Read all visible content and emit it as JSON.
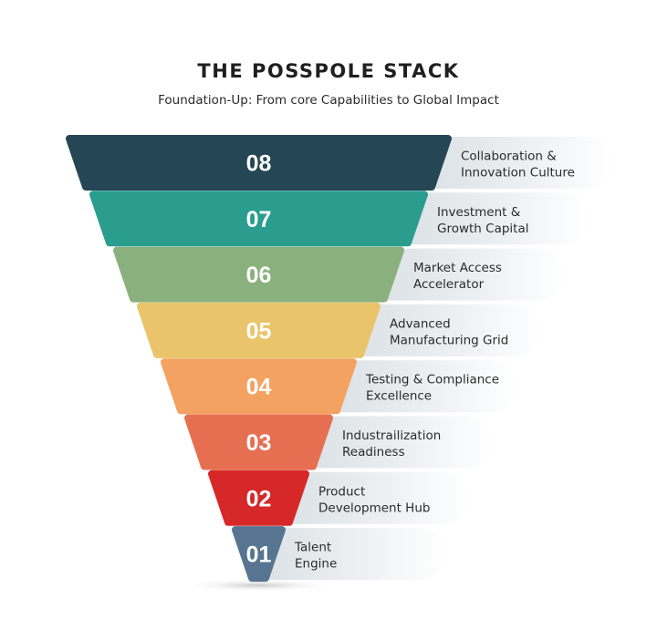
{
  "header": {
    "title": "THE POSSPOLE STACK",
    "subtitle": "Foundation-Up: From core Capabilities to Global Impact"
  },
  "layers": [
    {
      "number": "08",
      "line1": "Collaboration &",
      "line2": "Innovation Culture",
      "color": "#254654"
    },
    {
      "number": "07",
      "line1": "Investment &",
      "line2": "Growth Capital",
      "color": "#2a9d8f"
    },
    {
      "number": "06",
      "line1": "Market Access",
      "line2": "Accelerator",
      "color": "#8ab17d"
    },
    {
      "number": "05",
      "line1": "Advanced",
      "line2": "Manufacturing Grid",
      "color": "#e9c46a"
    },
    {
      "number": "04",
      "line1": "Testing & Compliance",
      "line2": "Excellence",
      "color": "#f4a261"
    },
    {
      "number": "03",
      "line1": "Industrailization",
      "line2": "Readiness",
      "color": "#e76f51"
    },
    {
      "number": "02",
      "line1": "Product",
      "line2": "Development Hub",
      "color": "#d62828"
    },
    {
      "number": "01",
      "line1": "Talent",
      "line2": "Engine",
      "color": "#577590"
    }
  ]
}
